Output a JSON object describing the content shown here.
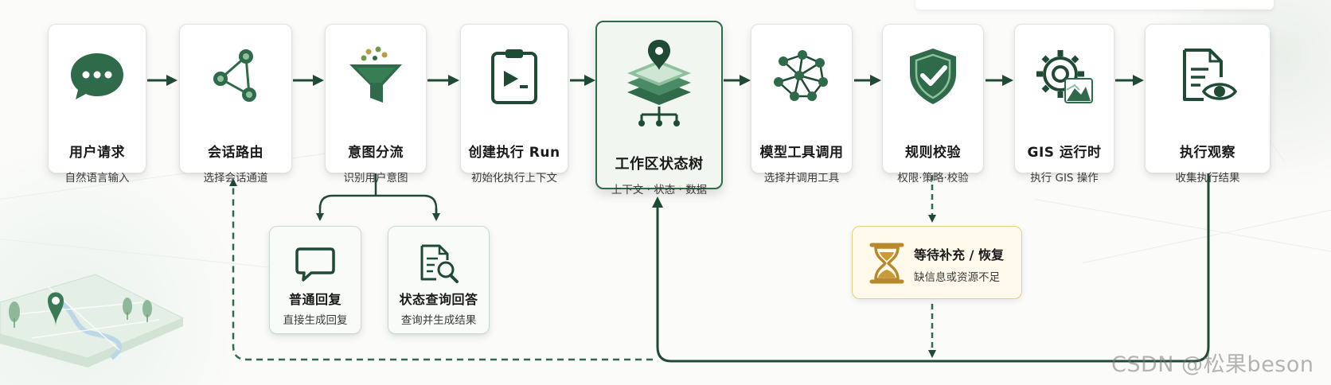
{
  "nodes": {
    "user_request": {
      "title": "用户请求",
      "sub": "自然语言输入"
    },
    "session_route": {
      "title": "会话路由",
      "sub": "选择会话通道"
    },
    "intent_split": {
      "title": "意图分流",
      "sub": "识别用户意图"
    },
    "create_run": {
      "title": "创建执行 Run",
      "sub": "初始化执行上下文"
    },
    "workspace_tree": {
      "title": "工作区状态树",
      "sub": "上下文 · 状态 · 数据"
    },
    "model_tool": {
      "title": "模型工具调用",
      "sub": "选择并调用工具"
    },
    "rule_check": {
      "title": "规则校验",
      "sub": "权限·策略·校验"
    },
    "gis_runtime": {
      "title": "GIS 运行时",
      "sub": "执行 GIS 操作"
    },
    "observe": {
      "title": "执行观察",
      "sub": "收集执行结果"
    },
    "normal_reply": {
      "title": "普通回复",
      "sub": "直接生成回复"
    },
    "state_query": {
      "title": "状态查询回答",
      "sub": "查询并生成结果"
    },
    "wait_resume": {
      "title": "等待补充 / 恢复",
      "sub": "缺信息或资源不足"
    }
  },
  "colors": {
    "primary": "#2f6b4a",
    "dark": "#1f4a34",
    "light_green": "#7fb08d",
    "wait_gold": "#b8892a",
    "wait_bg": "#fffaeb"
  },
  "icons": {
    "user_request": "chat-bubble-icon",
    "session_route": "share-network-icon",
    "intent_split": "funnel-icon",
    "create_run": "clipboard-play-icon",
    "workspace_tree": "layers-pin-tree-icon",
    "model_tool": "network-graph-icon",
    "rule_check": "shield-check-icon",
    "gis_runtime": "gear-map-icon",
    "observe": "document-eye-icon",
    "normal_reply": "speech-bubble-icon",
    "state_query": "document-search-icon",
    "wait_resume": "hourglass-icon"
  },
  "watermark": "CSDN @松果beson"
}
